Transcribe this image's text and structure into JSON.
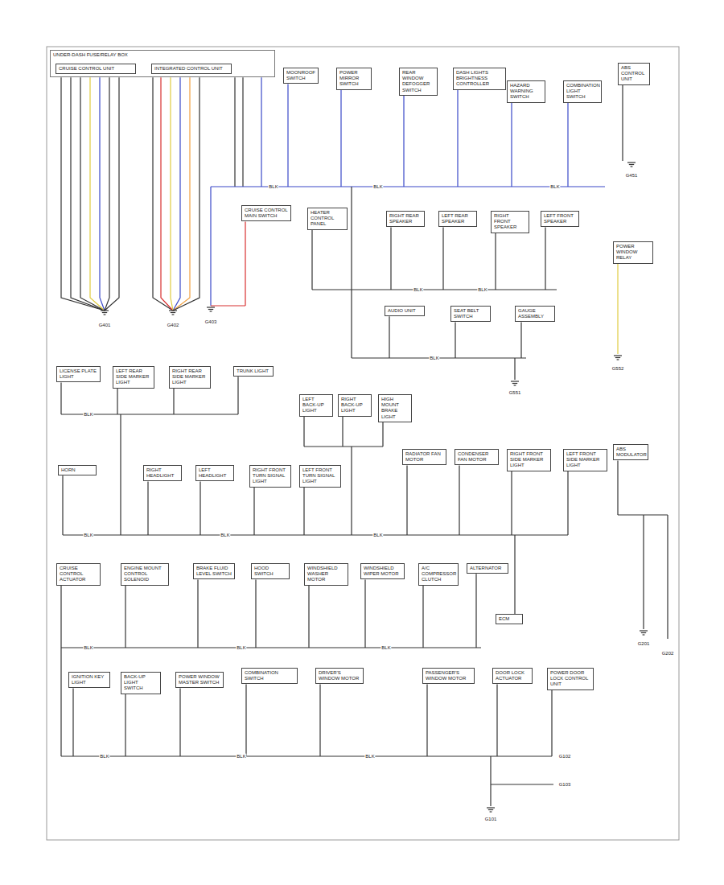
{
  "diagram": {
    "nodes": [
      {
        "text": [
          "UNDER-DASH FUSE/RELAY BOX"
        ]
      },
      {
        "text": [
          "CRUISE CONTROL UNIT"
        ],
        "in": 0
      },
      {
        "text": [
          "INTEGRATED CONTROL UNIT"
        ],
        "in": 0
      },
      {
        "text": [
          "MOONROOF SWITCH"
        ]
      },
      {
        "text": [
          "POWER MIRROR SWITCH"
        ]
      },
      {
        "text": [
          "REAR WINDOW DEFOGGER SWITCH"
        ]
      },
      {
        "text": [
          "DASH LIGHTS BRIGHTNESS CONTROLLER"
        ]
      },
      {
        "text": [
          "HAZARD WARNING SWITCH"
        ]
      },
      {
        "text": [
          "COMBINATION LIGHT SWITCH"
        ]
      },
      {
        "text": [
          "ABS CONTROL UNIT"
        ]
      },
      {
        "text": [
          "CRUISE CONTROL MAIN SWITCH"
        ]
      },
      {
        "text": [
          "HEATER CONTROL PANEL"
        ]
      },
      {
        "text": [
          "RIGHT REAR SPEAKER"
        ]
      },
      {
        "text": [
          "LEFT REAR SPEAKER"
        ]
      },
      {
        "text": [
          "RIGHT FRONT SPEAKER"
        ]
      },
      {
        "text": [
          "LEFT FRONT SPEAKER"
        ]
      },
      {
        "text": [
          "AUDIO UNIT"
        ]
      },
      {
        "text": [
          "SEAT BELT SWITCH"
        ]
      },
      {
        "text": [
          "GAUGE ASSEMBLY"
        ]
      },
      {
        "text": [
          "POWER WINDOW RELAY"
        ]
      },
      {
        "text": [
          "LICENSE PLATE LIGHT"
        ]
      },
      {
        "text": [
          "LEFT REAR SIDE MARKER LIGHT"
        ]
      },
      {
        "text": [
          "RIGHT REAR SIDE MARKER LIGHT"
        ]
      },
      {
        "text": [
          "TRUNK LIGHT"
        ]
      },
      {
        "text": [
          "LEFT BACK-UP LIGHT"
        ]
      },
      {
        "text": [
          "RIGHT BACK-UP LIGHT"
        ]
      },
      {
        "text": [
          "HIGH MOUNT BRAKE LIGHT"
        ]
      },
      {
        "text": [
          "HORN"
        ]
      },
      {
        "text": [
          "RIGHT HEADLIGHT"
        ]
      },
      {
        "text": [
          "LEFT HEADLIGHT"
        ]
      },
      {
        "text": [
          "RIGHT FRONT TURN SIGNAL LIGHT"
        ]
      },
      {
        "text": [
          "LEFT FRONT TURN SIGNAL LIGHT"
        ]
      },
      {
        "text": [
          "RADIATOR FAN MOTOR"
        ]
      },
      {
        "text": [
          "CONDENSER FAN MOTOR"
        ]
      },
      {
        "text": [
          "RIGHT FRONT SIDE MARKER LIGHT"
        ]
      },
      {
        "text": [
          "LEFT FRONT SIDE MARKER LIGHT"
        ]
      },
      {
        "text": [
          "ABS MODULATOR"
        ]
      },
      {
        "text": [
          "CRUISE CONTROL ACTUATOR"
        ]
      },
      {
        "text": [
          "ENGINE MOUNT CONTROL SOLENOID"
        ]
      },
      {
        "text": [
          "BRAKE FLUID LEVEL SWITCH"
        ]
      },
      {
        "text": [
          "HOOD SWITCH"
        ]
      },
      {
        "text": [
          "WINDSHIELD WASHER MOTOR"
        ]
      },
      {
        "text": [
          "WINDSHIELD WIPER MOTOR"
        ]
      },
      {
        "text": [
          "A/C COMPRESSOR CLUTCH"
        ]
      },
      {
        "text": [
          "ALTERNATOR"
        ]
      },
      {
        "text": [
          "ECM"
        ]
      },
      {
        "text": [
          "IGNITION KEY LIGHT"
        ]
      },
      {
        "text": [
          "BACK-UP LIGHT SWITCH"
        ]
      },
      {
        "text": [
          "POWER WINDOW MASTER SWITCH"
        ]
      },
      {
        "text": [
          "COMBINATION SWITCH"
        ]
      },
      {
        "text": [
          "DRIVER'S WINDOW MOTOR"
        ]
      },
      {
        "text": [
          "PASSENGER'S WINDOW MOTOR"
        ]
      },
      {
        "text": [
          "DOOR LOCK ACTUATOR"
        ]
      },
      {
        "text": [
          "POWER DOOR LOCK CONTROL UNIT"
        ]
      }
    ],
    "labels": [
      "G401",
      "G402",
      "G451",
      "G551",
      "G552",
      "G101",
      "G102",
      "G103",
      "G201",
      "G202",
      "G403",
      "BLK",
      "BLK",
      "BLK",
      "BLK",
      "BLK",
      "BLK",
      "BLK",
      "BLK",
      "BLK",
      "BLK",
      "BLK",
      "BLK",
      "BLK",
      "BLK",
      "BLK",
      "BLK"
    ]
  }
}
